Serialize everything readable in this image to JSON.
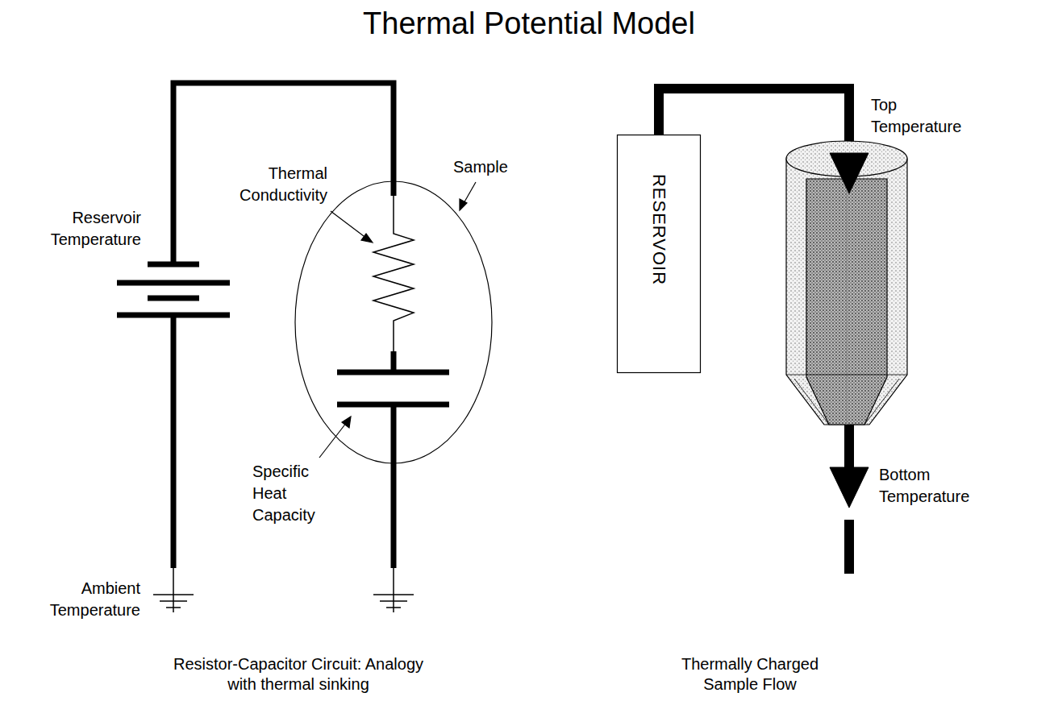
{
  "diagram": {
    "title": "Thermal Potential Model",
    "nodes": [
      {
        "text": [
          "Sample"
        ]
      },
      {
        "text": [
          "RESERVOIR"
        ]
      }
    ],
    "labels": [
      "Reservoir Temperature",
      "Thermal Conductivity",
      "Specific Heat Capacity",
      "Ambient Temperature",
      "Resistor-Capacitor Circuit: Analogy with thermal sinking",
      "Top Temperature",
      "Bottom Temperature",
      "Thermally Charged Sample Flow"
    ]
  }
}
